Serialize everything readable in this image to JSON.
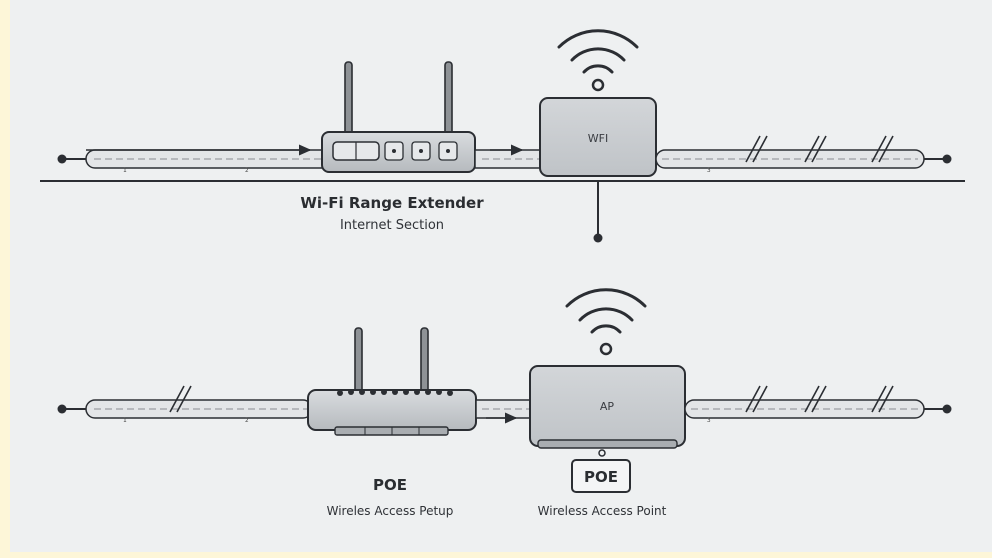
{
  "section_top": {
    "title": "Wi-Fi Range Extender",
    "subtitle": "Internet Section",
    "device_label": "WFI"
  },
  "section_bottom": {
    "title": "POE",
    "subtitle": "Wireles Access Petup",
    "device_label": "AP",
    "poe_badge": "POE",
    "device_caption": "Wireless Access Point"
  },
  "cable_markers": {
    "top": [
      "1",
      "2",
      "3"
    ],
    "bottom": [
      "1",
      "2",
      "3"
    ]
  },
  "colors": {
    "background": "#eef0f1",
    "frame": "#fdf6d8",
    "line": "#2b2e33",
    "device_fill": "#c9cccf",
    "cable_fill": "#e3e5e7"
  },
  "icons": [
    "wifi-signal-icon",
    "router-icon",
    "access-point-icon",
    "antenna-icon"
  ]
}
